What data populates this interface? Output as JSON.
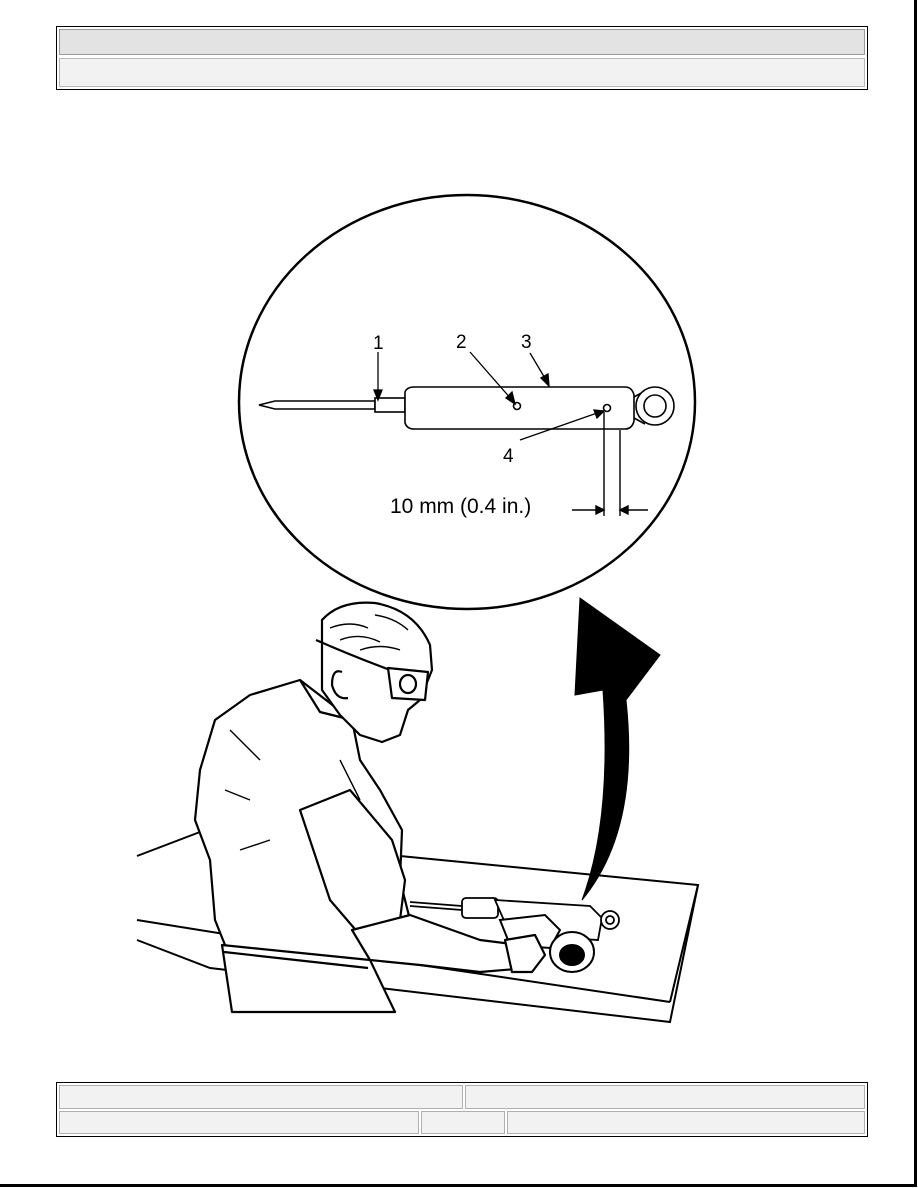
{
  "header": {
    "title": "",
    "subtitle": ""
  },
  "figure": {
    "callouts": [
      "1",
      "2",
      "3",
      "4"
    ],
    "dimension_label": "10 mm (0.4 in.)"
  },
  "footer": {
    "left_top": "",
    "right_top": "",
    "left_bottom": "",
    "middle_bottom": "",
    "right_bottom": ""
  }
}
